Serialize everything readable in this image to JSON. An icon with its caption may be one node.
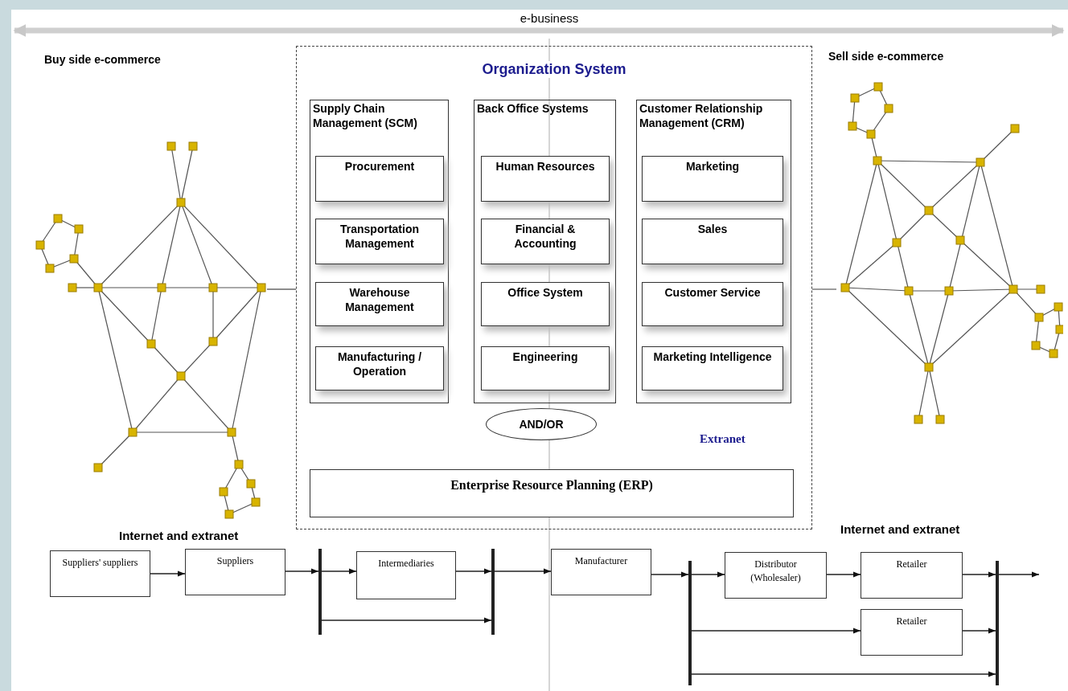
{
  "diagram": {
    "nodes": [
      {
        "text": [
          "Organization System"
        ]
      },
      {
        "text": [
          "Supply Chain Management (SCM)"
        ],
        "in": 0
      },
      {
        "text": [
          "Procurement"
        ],
        "in": 1
      },
      {
        "text": [
          "Transportation Management"
        ],
        "in": 1
      },
      {
        "text": [
          "Warehouse Management"
        ],
        "in": 1
      },
      {
        "text": [
          "Manufacturing / Operation"
        ],
        "in": 1
      },
      {
        "text": [
          "Back Office Systems"
        ],
        "in": 0
      },
      {
        "text": [
          "Human Resources"
        ],
        "in": 6
      },
      {
        "text": [
          "Financial & Accounting"
        ],
        "in": 6
      },
      {
        "text": [
          "Office System"
        ],
        "in": 6
      },
      {
        "text": [
          "Engineering"
        ],
        "in": 6
      },
      {
        "text": [
          "Customer Relationship Management (CRM)"
        ],
        "in": 0
      },
      {
        "text": [
          "Marketing"
        ],
        "in": 11
      },
      {
        "text": [
          "Sales"
        ],
        "in": 11
      },
      {
        "text": [
          "Customer Service"
        ],
        "in": 11
      },
      {
        "text": [
          "Marketing Intelligence"
        ],
        "in": 11
      },
      {
        "text": [
          "AND/OR"
        ],
        "in": 0
      },
      {
        "text": [
          "Enterprise Resource Planning (ERP)"
        ],
        "in": 0
      },
      {
        "text": [],
        "shape": "picture"
      },
      {
        "text": [],
        "shape": "picture"
      },
      {
        "text": [
          "Suppliers' suppliers"
        ]
      },
      {
        "text": [
          "Suppliers"
        ]
      },
      {
        "text": [],
        "shape": "bar"
      },
      {
        "text": [
          "Intermediaries"
        ]
      },
      {
        "text": [],
        "shape": "bar"
      },
      {
        "text": [
          "Manufacturer"
        ]
      },
      {
        "text": [],
        "shape": "bar"
      },
      {
        "text": [
          "Distributor (Wholesaler)"
        ]
      },
      {
        "text": [
          "Retailer"
        ]
      },
      {
        "text": [
          "Retailer"
        ]
      },
      {
        "text": [],
        "shape": "bar"
      }
    ],
    "edges": [
      {
        "from": 18,
        "to": 0,
        "arrow": "none"
      },
      {
        "from": 19,
        "to": 0,
        "arrow": "none"
      },
      {
        "from": 20,
        "to": 21,
        "arrow": "to"
      },
      {
        "from": 21,
        "to": 22,
        "arrow": "to"
      },
      {
        "from": 22,
        "to": 23,
        "arrow": "to"
      },
      {
        "from": 23,
        "to": 24,
        "arrow": "to"
      },
      {
        "from": 22,
        "to": 24,
        "arrow": "to"
      },
      {
        "from": 24,
        "to": 25,
        "arrow": "to"
      },
      {
        "from": 25,
        "to": 26,
        "arrow": "to"
      },
      {
        "from": 26,
        "to": 27,
        "arrow": "to"
      },
      {
        "from": 27,
        "to": 28,
        "arrow": "to"
      },
      {
        "from": 28,
        "to": 30,
        "arrow": "to"
      },
      {
        "from": 26,
        "to": 29,
        "arrow": "to"
      },
      {
        "from": 29,
        "to": 30,
        "arrow": "to"
      },
      {
        "from": 26,
        "to": 30,
        "arrow": "to"
      },
      {
        "from": 30,
        "to": null,
        "arrow": "to"
      }
    ],
    "labels": [
      "e-business",
      "Buy side e-commerce",
      "Sell side e-commerce",
      "Extranet",
      "Internet and extranet",
      "Internet and extranet"
    ]
  }
}
